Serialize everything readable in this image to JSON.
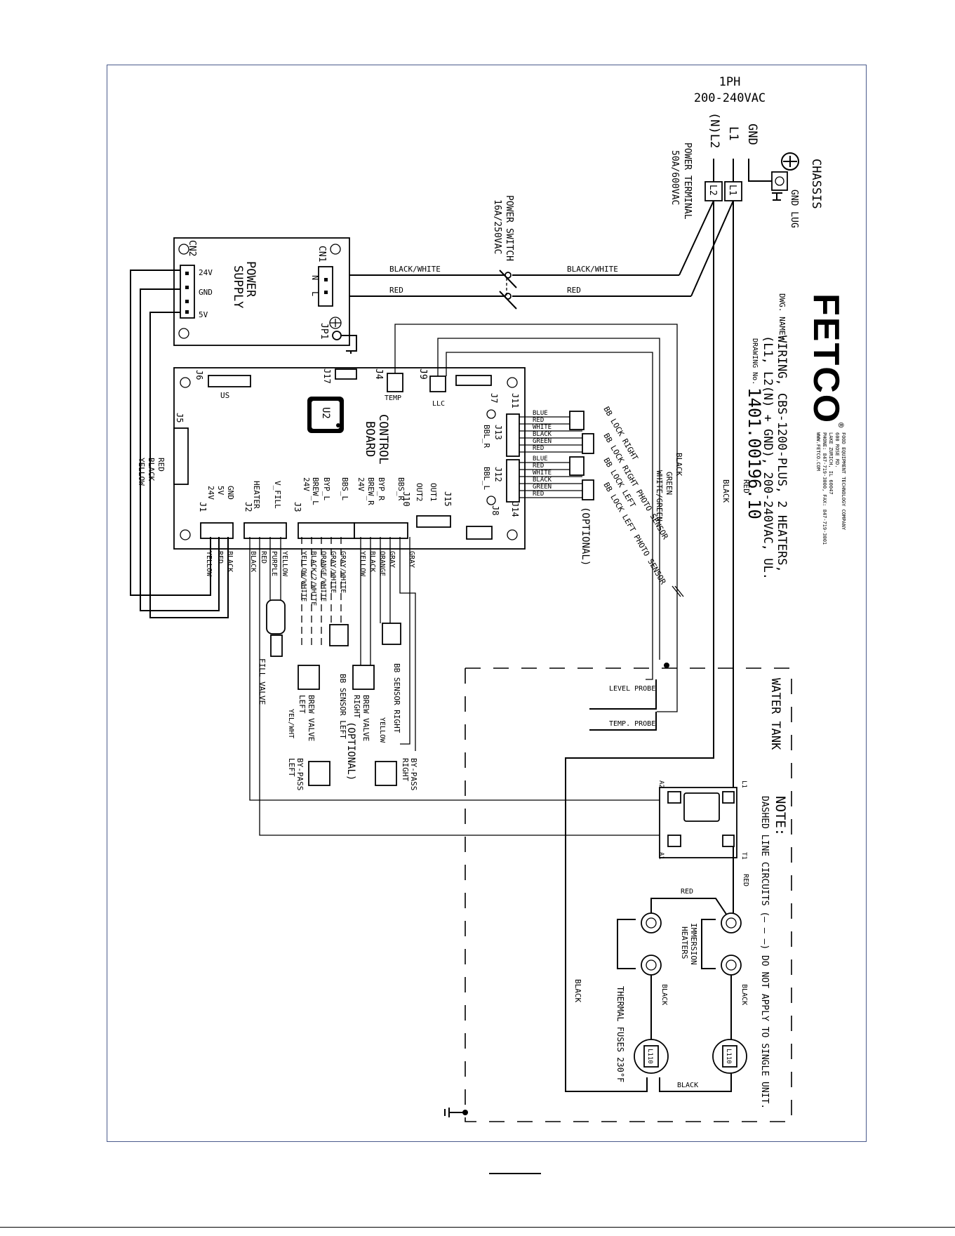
{
  "supply": {
    "phase": "1PH",
    "voltage": "200-240VAC",
    "l2": "(N)L2",
    "l1": "L1",
    "gnd": "GND"
  },
  "chassis": {
    "label": "CHASSIS",
    "gnd_lug": "GND LUG"
  },
  "power_terminal": {
    "label": "POWER TERMINAL",
    "rating": "50A/600VAC",
    "l1": "L1",
    "l2": "L2"
  },
  "power_switch": {
    "label": "POWER SWITCH",
    "rating": "16A/250VAC"
  },
  "wires": {
    "black_white": "BLACK/WHITE",
    "red": "RED",
    "black": "BLACK",
    "green": "GREEN",
    "white_green": "WHITE/GREEN",
    "yellow": "YELLOW"
  },
  "power_supply": {
    "title1": "POWER",
    "title2": "SUPPLY",
    "cn1": "CN1",
    "cn2": "CN2",
    "n": "N",
    "l": "L",
    "v24": "24V",
    "gnd": "GND",
    "v5": "5V",
    "jp1": "JP1"
  },
  "brand": {
    "name": "FETCO",
    "reg": "®",
    "company": "FOOD EQUIPMENT TECHNOLOGY COMPANY",
    "addr1": "600 ROSE RD.",
    "addr2": "LAKE ZURICH, IL 60047",
    "phone": "PHONE: 847-719-3000, FAX: 847-719-3001",
    "web": "WWW.FETCO.COM"
  },
  "drawing": {
    "dwg_name_label": "DWG. NAME:",
    "name1": "WIRING, CBS-1200-PLUS, 2 HEATERS,",
    "name2": "(L1, L2(N) + GND), 200-240VAC, UL.",
    "number_label": "DRAWING No.",
    "number": "1401.00196.10"
  },
  "board": {
    "title1": "CONTROL",
    "title2": "BOARD",
    "u2": "U2",
    "j6": "J6",
    "us": "US",
    "j17": "J17",
    "j4": "J4",
    "temp": "TEMP",
    "j9": "J9",
    "llc": "LLC",
    "j7": "J7",
    "j11": "J11",
    "j13": "J13",
    "bbl_r": "BBL_R",
    "j12": "J12",
    "bbl_l": "BBL_L",
    "j14": "J14",
    "j15": "J15",
    "out1": "OUT1",
    "out2": "OUT2",
    "j8": "J8",
    "j5": "J5",
    "j1": "J1",
    "j2": "J2",
    "j3": "J3",
    "j10": "J10",
    "j1_pins": [
      "GND",
      "5V",
      "24V"
    ],
    "j2_pins": [
      "HEATER",
      "V_FILL"
    ],
    "j3_pins": [
      "24V",
      "BREW_L",
      "BYP_L",
      "BBS_L"
    ],
    "j10_pins": [
      "BBS_R",
      "BYP_R",
      "BREW_R",
      "24V"
    ]
  },
  "bb_wires": {
    "right": [
      "BLUE",
      "RED",
      "WHITE",
      "BLACK",
      "GREEN",
      "RED"
    ],
    "left": [
      "BLUE",
      "RED",
      "WHITE",
      "BLACK",
      "GREEN",
      "RED"
    ]
  },
  "bb_labels": {
    "lock_right": "BB LOCK RIGHT",
    "photo_right": "BB LOCK RIGHT PHOTO SENSOR",
    "lock_left": "BB LOCK LEFT",
    "photo_left": "BB LOCK LEFT PHOTO SENSOR",
    "optional": "(OPTIONAL)"
  },
  "lower_wires": [
    "BLACK",
    "RED",
    "YELLOW",
    "BLACK",
    "RED",
    "PURPLE",
    "YELLOW",
    "YELLOW/WHITE",
    "BLACK/2/WHITE",
    "ORANGE/WHITE",
    "GRAY/WHITE",
    "GRAY/WHITE",
    "YELLOW",
    "BLACK",
    "ORANGE",
    "GRAY",
    "GRAY"
  ],
  "components": {
    "fill_valve": "FILL VALVE",
    "bb_sensor_left": "BB SENSOR LEFT",
    "bb_sensor_right": "BB SENSOR RIGHT",
    "brew_valve_left1": "BREW VALVE",
    "brew_valve_left2": "LEFT",
    "brew_valve_right1": "BREW VALVE",
    "brew_valve_right2": "RIGHT",
    "optional": "(OPTIONAL)",
    "yel_wht": "YEL/WHT",
    "yellow": "YELLOW",
    "bypass_left1": "BY-PASS",
    "bypass_left2": "LEFT",
    "bypass_right1": "BY-PASS",
    "bypass_right2": "RIGHT"
  },
  "tank": {
    "title": "WATER TANK",
    "level_probe": "LEVEL PROBE",
    "temp_probe": "TEMP. PROBE",
    "note_title": "NOTE:",
    "note_text": "DASHED LINE CIRCUITS (— — —) DO NOT APPLY TO SINGLE UNIT.",
    "l1": "L1",
    "t1": "T1",
    "a1": "A1",
    "a2": "A2",
    "red": "RED",
    "heaters1": "IMMERSION",
    "heaters2": "HEATERS",
    "black": "BLACK",
    "fuse_label": "L110",
    "fuses": "THERMAL FUSES 230°F"
  }
}
